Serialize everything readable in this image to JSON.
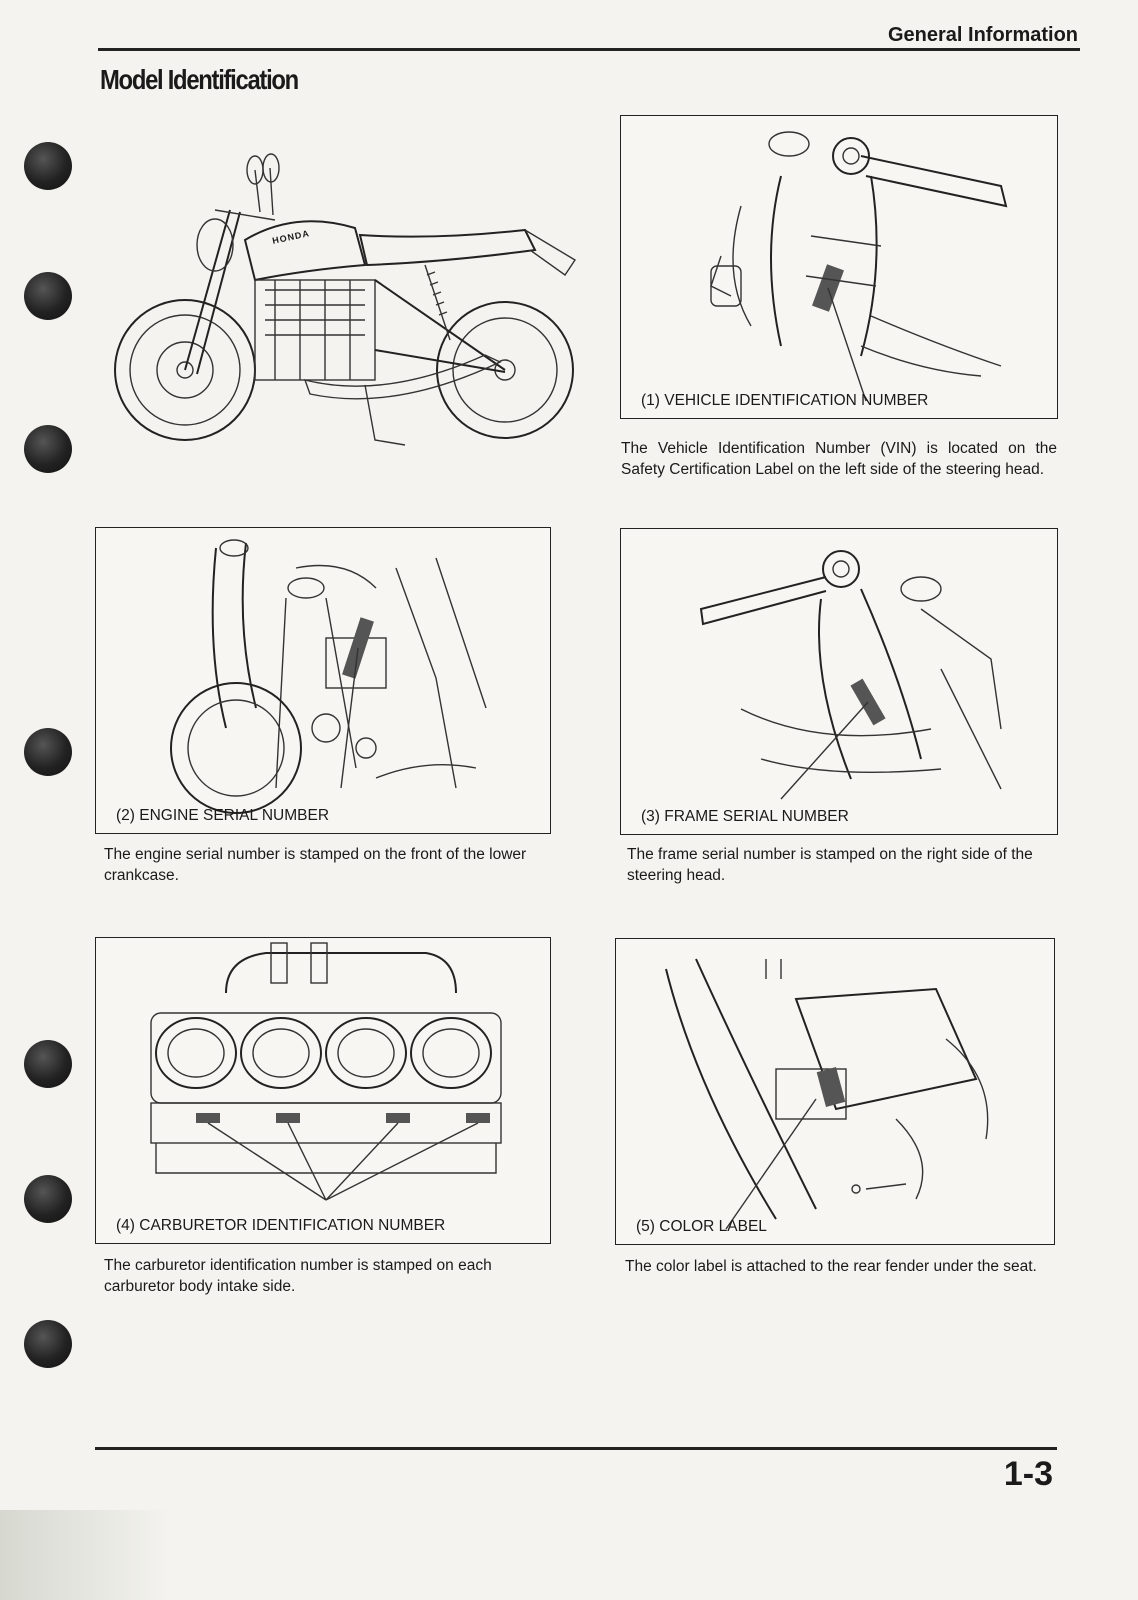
{
  "header": {
    "section": "General Information"
  },
  "title": "Model Identification",
  "panels": {
    "vin": {
      "caption": "(1) VEHICLE IDENTIFICATION NUMBER",
      "description": "The Vehicle Identification Number (VIN) is located on the Safety Certification Label on the left side of the steering head."
    },
    "engine": {
      "caption": "(2) ENGINE SERIAL NUMBER",
      "description": "The engine serial number is stamped on the front of the lower crankcase."
    },
    "frame": {
      "caption": "(3) FRAME SERIAL NUMBER",
      "description": "The frame serial number is stamped on the right side of the steering head."
    },
    "carburetor": {
      "caption": "(4) CARBURETOR IDENTIFICATION NUMBER",
      "description": "The carburetor identification number is stamped on each carburetor body intake side."
    },
    "color": {
      "caption": "(5) COLOR LABEL",
      "description": "The color label is attached to the rear fender under the seat."
    }
  },
  "motorcycle_badge": "HONDA",
  "footer": {
    "page_number": "1-3"
  }
}
